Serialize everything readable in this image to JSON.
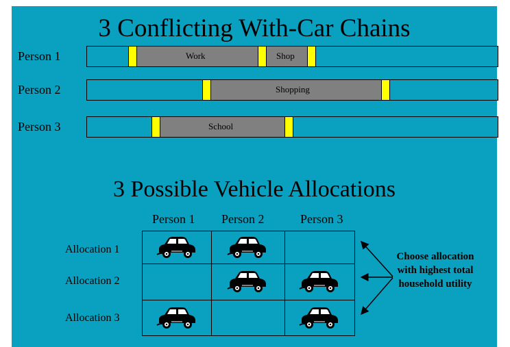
{
  "title": "3 Conflicting With-Car Chains",
  "people": [
    {
      "label": "Person 1",
      "segments": [
        {
          "label": "Work"
        },
        {
          "label": "Shop"
        }
      ]
    },
    {
      "label": "Person 2",
      "segments": [
        {
          "label": "Shopping"
        }
      ]
    },
    {
      "label": "Person 3",
      "segments": [
        {
          "label": "School"
        }
      ]
    }
  ],
  "allocations": {
    "title": "3 Possible Vehicle Allocations",
    "columns": [
      "Person 1",
      "Person 2",
      "Person 3"
    ],
    "rows": [
      {
        "label": "Allocation 1",
        "cars": [
          true,
          true,
          false
        ]
      },
      {
        "label": "Allocation 2",
        "cars": [
          false,
          true,
          true
        ]
      },
      {
        "label": "Allocation 3",
        "cars": [
          true,
          false,
          true
        ]
      }
    ],
    "note": [
      "Choose allocation",
      "with highest total",
      "household utility"
    ]
  },
  "icons": {
    "vehicle": "car-icon"
  },
  "colors": {
    "background": "#0aa1c0",
    "activity": "#808080",
    "transition": "#ffff00"
  }
}
